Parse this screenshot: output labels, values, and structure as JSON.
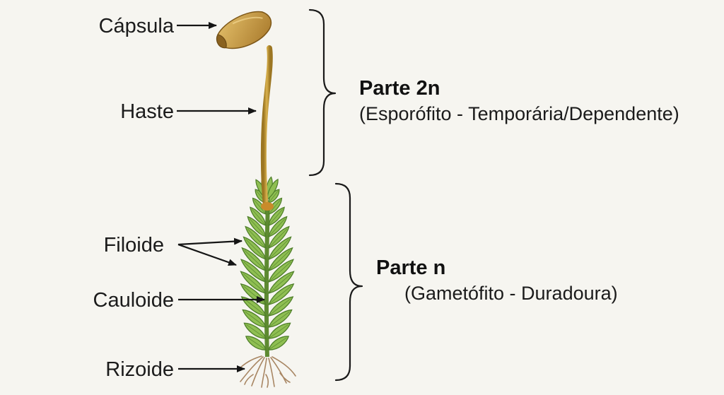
{
  "labels": {
    "capsula": "Cápsula",
    "haste": "Haste",
    "filoide": "Filoide",
    "cauloide": "Cauloide",
    "rizoide": "Rizoide"
  },
  "groups": {
    "sporophyte": {
      "title": "Parte 2n",
      "subtitle": "(Esporófito - Temporária/Dependente)"
    },
    "gametophyte": {
      "title": "Parte n",
      "subtitle": "(Gametófito - Duradoura)"
    }
  },
  "colors": {
    "leaf": "#8fbf52",
    "leaf_dark": "#4f7f2a",
    "stalk": "#c9a03a",
    "capsule": "#c79a3f",
    "root": "#a88663"
  }
}
